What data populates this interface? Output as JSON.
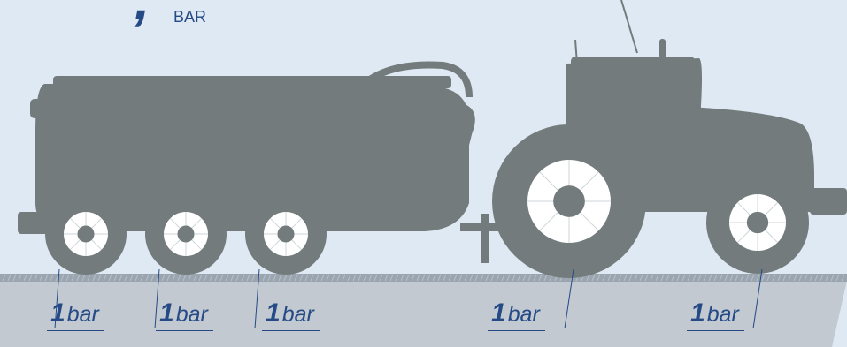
{
  "headline": {
    "value_fragment": ",",
    "unit": "BAR"
  },
  "wheel_pressures": [
    {
      "value": "1",
      "unit": "bar"
    },
    {
      "value": "1",
      "unit": "bar"
    },
    {
      "value": "1",
      "unit": "bar"
    },
    {
      "value": "1",
      "unit": "bar"
    },
    {
      "value": "1",
      "unit": "bar"
    }
  ],
  "colors": {
    "background": "#dfe9f3",
    "silhouette": "#737b7c",
    "accent": "#254a86",
    "ground": "#c2c9d1"
  }
}
